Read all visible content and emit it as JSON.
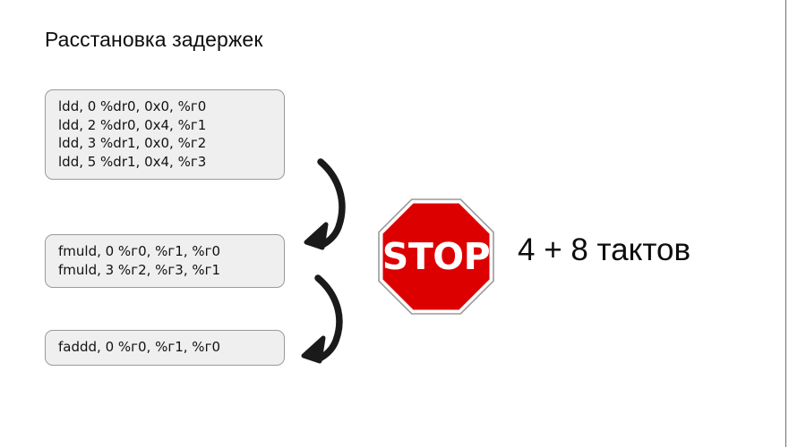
{
  "slide": {
    "title": "Расстановка задержек",
    "cycles_text": "4 + 8 тактов",
    "divider_color": "#6e6e6e",
    "background_color": "#ffffff"
  },
  "code_blocks": [
    {
      "id": "loads",
      "lines": [
        "ldd, 0 %dr0, 0x0, %г0",
        "ldd, 2 %dr0, 0x4, %г1",
        "ldd, 3 %dr1, 0x0, %г2",
        "ldd, 5 %dr1, 0x4, %г3"
      ]
    },
    {
      "id": "muls",
      "lines": [
        "fmuld, 0 %г0, %г1, %г0",
        "fmuld, 3 %г2, %г3, %г1"
      ]
    },
    {
      "id": "add",
      "lines": [
        "faddd, 0 %г0, %г1, %г0"
      ]
    }
  ],
  "arrows": [
    {
      "id": "loads-to-muls",
      "name": "curved-arrow-down-icon",
      "color": "#1a1a1a"
    },
    {
      "id": "muls-to-add",
      "name": "curved-arrow-down-icon",
      "color": "#1a1a1a"
    }
  ],
  "stop_sign": {
    "label": "STOP",
    "fill_color": "#dd0000",
    "text_color": "#ffffff",
    "border_color": "#f2f2f2",
    "outline_color": "#9a9a9a"
  },
  "styles": {
    "code_block_bg": "#efefef",
    "code_block_border": "#9a9a9a",
    "text_color": "#0d0d0d"
  }
}
